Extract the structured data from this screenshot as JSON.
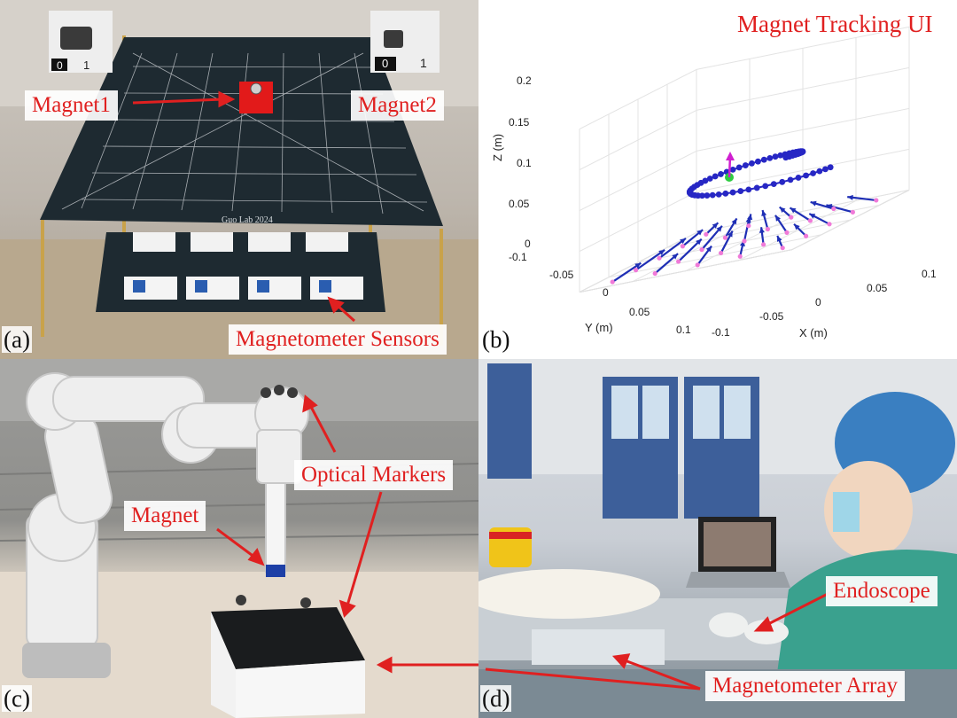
{
  "panels": {
    "a": {
      "tag": "(a)",
      "labels": {
        "magnet1": "Magnet1",
        "magnet2": "Magnet2",
        "sensors": "Magnetometer Sensors",
        "board": "Guo Lab 2024",
        "ruler_zero": "0",
        "ruler_one": "1"
      }
    },
    "b": {
      "tag": "(b)",
      "title": "Magnet Tracking UI"
    },
    "c": {
      "tag": "(c)",
      "labels": {
        "optical": "Optical Markers",
        "magnet": "Magnet"
      }
    },
    "d": {
      "tag": "(d)",
      "labels": {
        "endoscope": "Endoscope",
        "array": "Magnetometer Array"
      }
    }
  },
  "colors": {
    "annotation": "#e02020",
    "trajectory": "#2727c4",
    "vector": "#1f2fb5",
    "sensor_point": "#f07ad8",
    "board": "#1e2a31"
  },
  "chart_data": {
    "type": "scatter",
    "title": "Magnet Tracking UI",
    "xlabel": "X (m)",
    "ylabel": "Y (m)",
    "zlabel": "Z (m)",
    "xlim": [
      -0.1,
      0.1
    ],
    "ylim": [
      -0.1,
      0.1
    ],
    "zlim": [
      0,
      0.2
    ],
    "x_ticks": [
      "-0.1",
      "-0.05",
      "0",
      "0.05",
      "0.1"
    ],
    "y_ticks": [
      "-0.1",
      "-0.05",
      "0",
      "0.05",
      "0.1"
    ],
    "z_ticks": [
      "0",
      "0.05",
      "0.1",
      "0.15",
      "0.2"
    ],
    "grid": true
  }
}
